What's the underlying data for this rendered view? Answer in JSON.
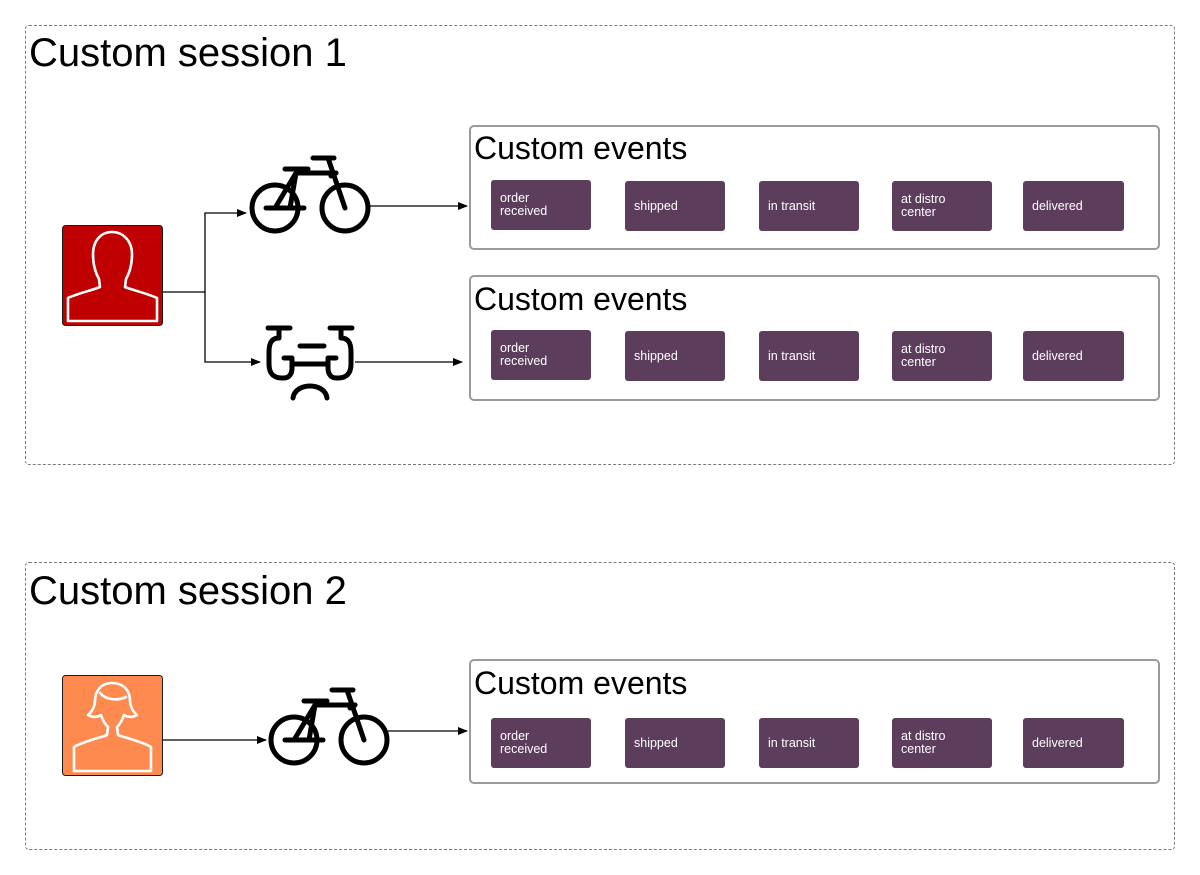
{
  "sessions": [
    {
      "title": "Custom session 1",
      "rows": [
        {
          "vehicle": "bicycle-icon",
          "events_title": "Custom events",
          "events": [
            "order\nreceived",
            "shipped",
            "in transit",
            "at distro\ncenter",
            "delivered"
          ]
        },
        {
          "vehicle": "drone-icon",
          "events_title": "Custom events",
          "events": [
            "order\nreceived",
            "shipped",
            "in transit",
            "at distro\ncenter",
            "delivered"
          ]
        }
      ],
      "user_icon": "male-user-icon",
      "user_color": "#c00000"
    },
    {
      "title": "Custom session 2",
      "rows": [
        {
          "vehicle": "bicycle-icon",
          "events_title": "Custom events",
          "events": [
            "order\nreceived",
            "shipped",
            "in transit",
            "at distro\ncenter",
            "delivered"
          ]
        }
      ],
      "user_icon": "female-user-icon",
      "user_color": "#ff8a50"
    }
  ],
  "colors": {
    "event_fill": "#5c3d5b",
    "event_text": "#ffffff",
    "box_border": "#9a9a9a",
    "session_border": "#7a7a7a"
  }
}
